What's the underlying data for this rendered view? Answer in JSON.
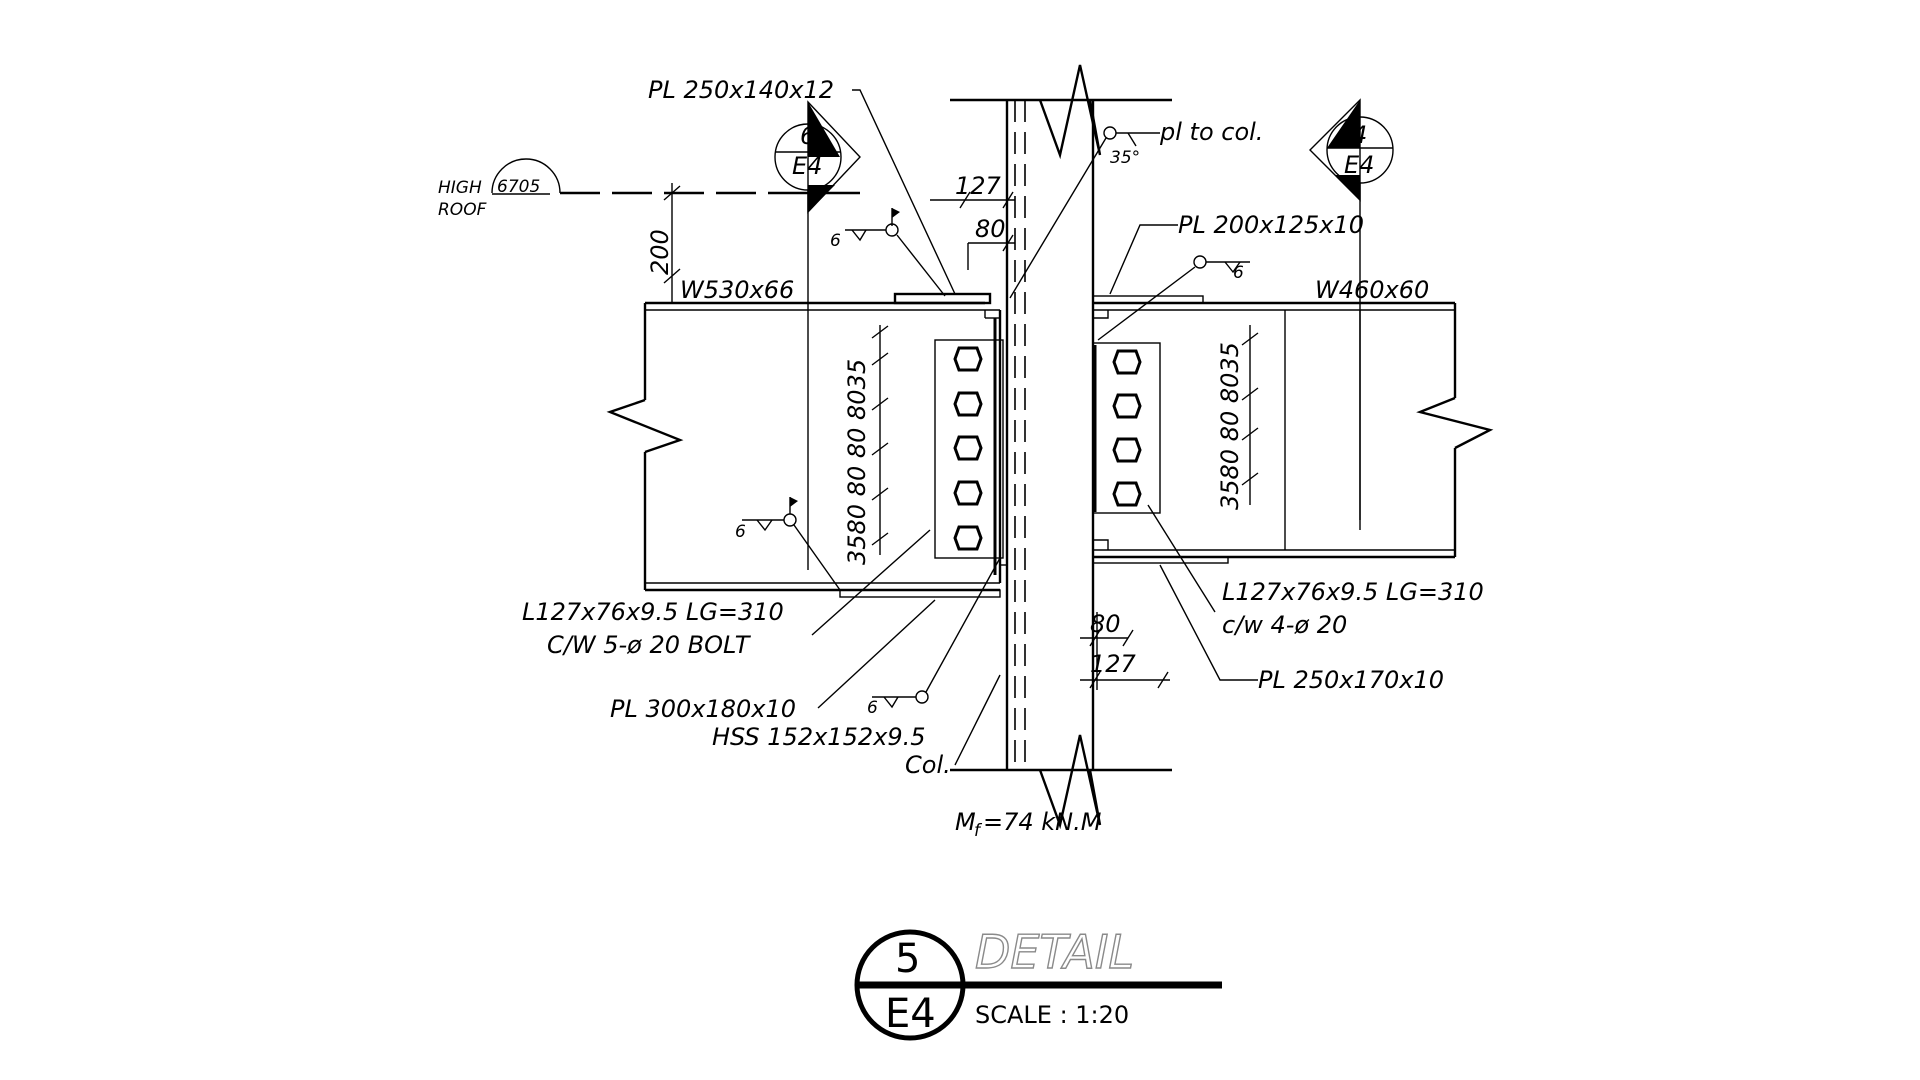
{
  "elevation": {
    "label_top": "HIGH",
    "label_bottom": "ROOF",
    "value": "6705"
  },
  "section_left": {
    "number": "6",
    "sheet": "E4"
  },
  "section_right": {
    "number": "4",
    "sheet": "E4"
  },
  "beam_left": {
    "size": "W530x66"
  },
  "beam_right": {
    "size": "W460x60"
  },
  "dimensions": {
    "d200": "200",
    "d127_top": "127",
    "d80_top": "80",
    "d80_bottom": "80",
    "d127_bottom": "127",
    "bolt_spacing_left": "3580 80 80 8035",
    "bolt_spacing_right": "3580 80 8035"
  },
  "weld_sizes": {
    "w1": "6",
    "w2": "6",
    "w3": "6",
    "w4": "6",
    "angle": "35°"
  },
  "callouts": {
    "pl_top_left": "PL  250x140x12",
    "pl_to_col": "pl  to  col.",
    "pl_top_right": "PL  200x125x10",
    "angle_left": "L127x76x9.5  LG=310",
    "bolts_left": "C/W  5-ø  20  BOLT",
    "pl_bottom_left": "PL  300x180x10",
    "hss": "HSS  152x152x9.5",
    "col": "Col.",
    "angle_right": "L127x76x9.5  LG=310",
    "bolts_right": "c/w  4-ø  20",
    "pl_bottom_right": "PL  250x170x10"
  },
  "moment": {
    "symbol": "M",
    "subscript": "f",
    "value": "=74  kN.M"
  },
  "title": {
    "number": "5",
    "sheet": "E4",
    "label": "DETAIL",
    "scale": "SCALE  :  1:20"
  }
}
